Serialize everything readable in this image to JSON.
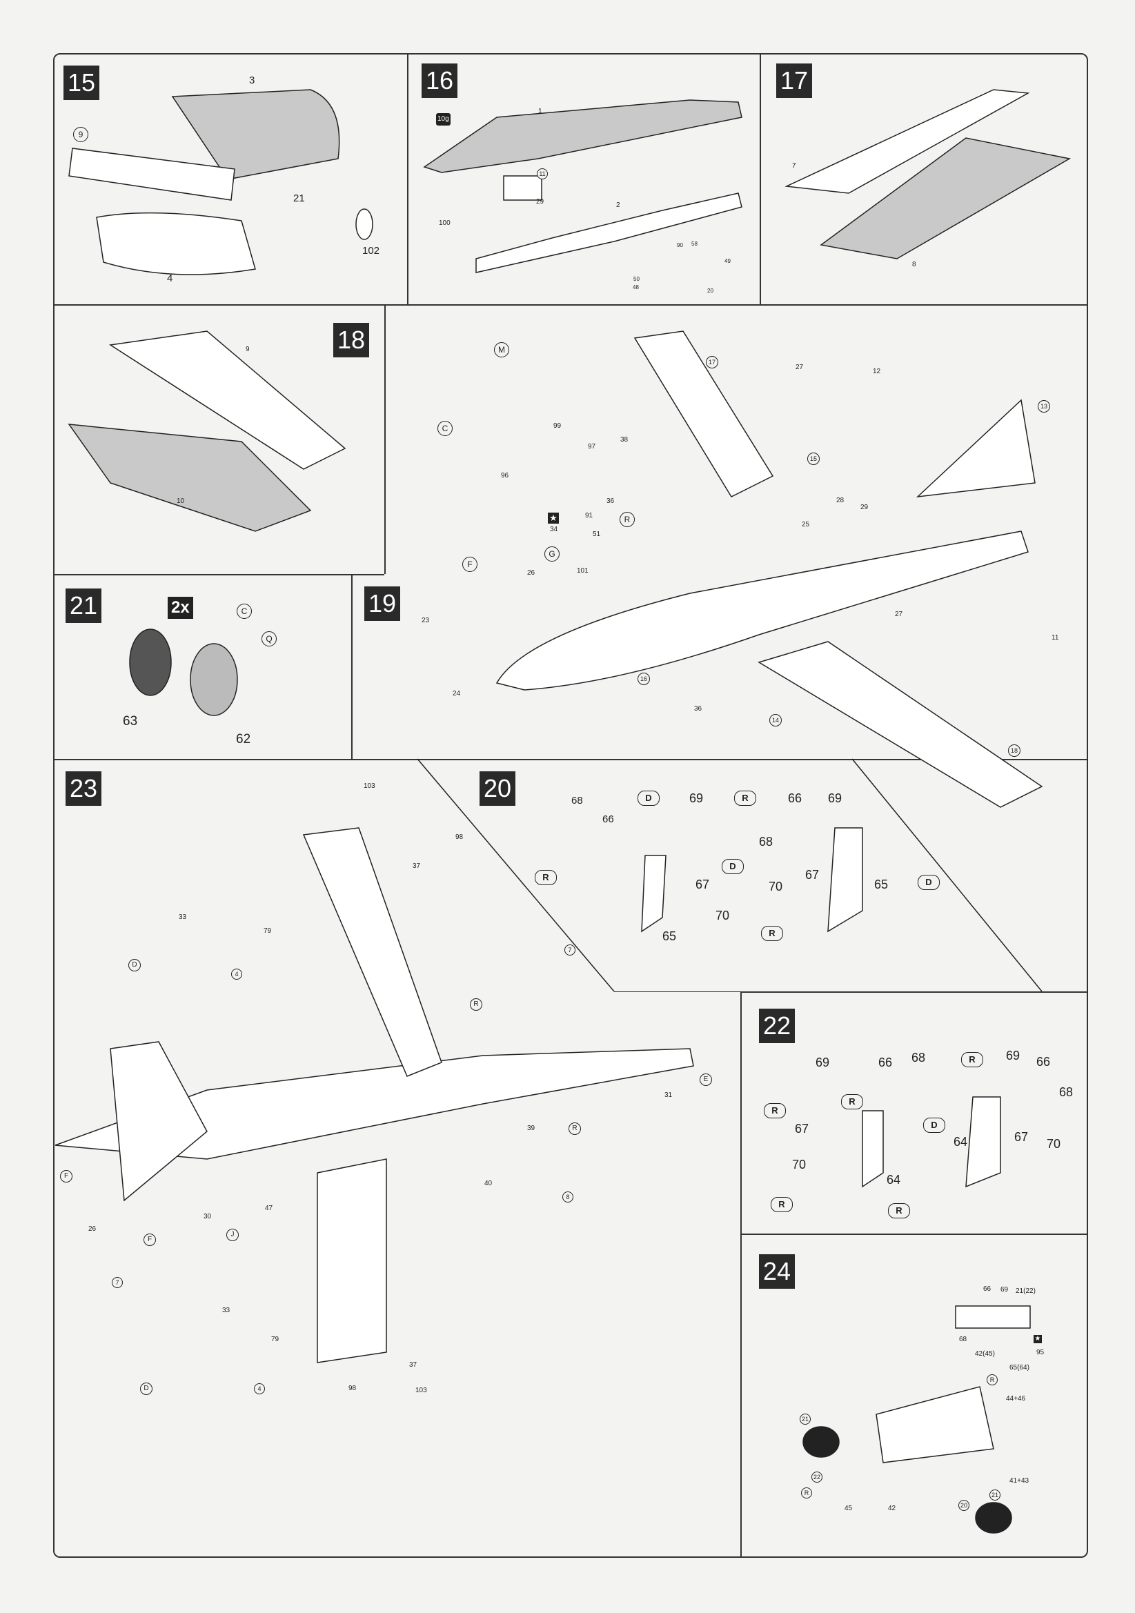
{
  "p15": {
    "step": "15",
    "labels": [
      "3",
      "9",
      "21",
      "4",
      "102"
    ]
  },
  "p16": {
    "step": "16",
    "weight": "10g",
    "labels": [
      "1",
      "29",
      "11",
      "2",
      "100",
      "90",
      "58",
      "49",
      "50",
      "48",
      "20"
    ]
  },
  "p17": {
    "step": "17",
    "labels": [
      "7",
      "8"
    ]
  },
  "p18": {
    "step": "18",
    "labels": [
      "9",
      "10"
    ]
  },
  "p21": {
    "step": "21",
    "multiplier": "2x",
    "labels": [
      "C",
      "Q",
      "63",
      "62"
    ]
  },
  "p19": {
    "step": "19",
    "labels": [
      "M",
      "C",
      "99",
      "97",
      "38",
      "36",
      "96",
      "34",
      "R",
      "91",
      "51",
      "G",
      "101",
      "F",
      "26",
      "23",
      "24",
      "16",
      "36",
      "17",
      "27",
      "12",
      "13",
      "15",
      "28",
      "25",
      "29",
      "27",
      "11",
      "14",
      "18"
    ]
  },
  "p20": {
    "step": "20",
    "labels": [
      "68",
      "66",
      "R",
      "65",
      "67",
      "70",
      "D",
      "69",
      "R",
      "66",
      "69",
      "68",
      "D",
      "67",
      "70",
      "R",
      "65",
      "D"
    ]
  },
  "p22": {
    "step": "22",
    "labels": [
      "69",
      "66",
      "68",
      "R",
      "69",
      "66",
      "68",
      "R",
      "R",
      "67",
      "64",
      "64",
      "D",
      "67",
      "70",
      "70",
      "R",
      "R"
    ]
  },
  "p24": {
    "step": "24",
    "labels": [
      "66",
      "69",
      "21(22)",
      "68",
      "42(45)",
      "95",
      "65(64)",
      "R",
      "44+46",
      "21",
      "22",
      "R",
      "45",
      "42",
      "20",
      "21",
      "41+43"
    ]
  },
  "p23": {
    "step": "23",
    "labels": [
      "103",
      "98",
      "37",
      "33",
      "79",
      "D",
      "4",
      "7",
      "R",
      "E",
      "31",
      "39",
      "R",
      "40",
      "8",
      "F",
      "26",
      "30",
      "F",
      "J",
      "47",
      "7",
      "33",
      "79",
      "D",
      "4",
      "98",
      "103",
      "37"
    ]
  },
  "colors": {
    "ink": "#222222",
    "panel_fill": "#c9c9c9",
    "step_box": "#2a2a2a"
  }
}
